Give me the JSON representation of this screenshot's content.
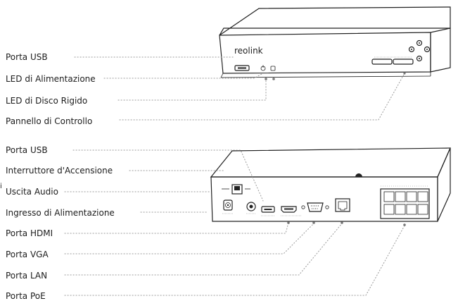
{
  "brand": "reolink",
  "front_labels": {
    "usb": "Porta USB",
    "power_led": "LED di Alimentazione",
    "hdd_led": "LED di Disco Rigido",
    "control_panel": "Pannello di Controllo"
  },
  "rear_labels": {
    "usb": "Porta USB",
    "power_switch": "Interruttore d'Accensione",
    "audio_out": "Uscita Audio",
    "power_input": "Ingresso di Alimentazione",
    "hdmi": "Porta HDMI",
    "vga": "Porta VGA",
    "lan": "Porta LAN",
    "poe": "Porta PoE"
  },
  "stray_mark": "i"
}
